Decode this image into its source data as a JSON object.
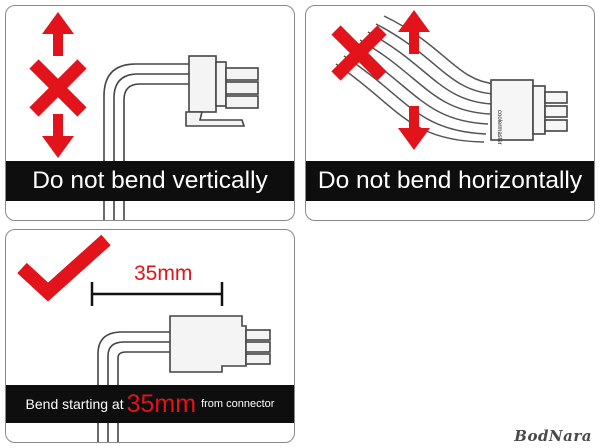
{
  "panels": {
    "vertical": {
      "caption": "Do not bend vertically",
      "status_icon": "cross-icon",
      "arrow_icons": [
        "arrow-up-icon",
        "arrow-down-icon"
      ]
    },
    "horizontal": {
      "caption": "Do not bend horizontally",
      "status_icon": "cross-icon",
      "arrow_icons": [
        "arrow-up-icon",
        "arrow-down-icon"
      ],
      "connector_brand": "coolermaster"
    },
    "correct": {
      "status_icon": "check-icon",
      "measurement_label": "35mm",
      "caption_prefix": "Bend starting at",
      "caption_highlight": "35mm",
      "caption_suffix": "from connector"
    }
  },
  "watermark": "BodNara",
  "colors": {
    "accent_red": "#e3131b",
    "banner_bg": "#0e0e0e",
    "banner_text": "#ffffff",
    "line": "#444444"
  }
}
